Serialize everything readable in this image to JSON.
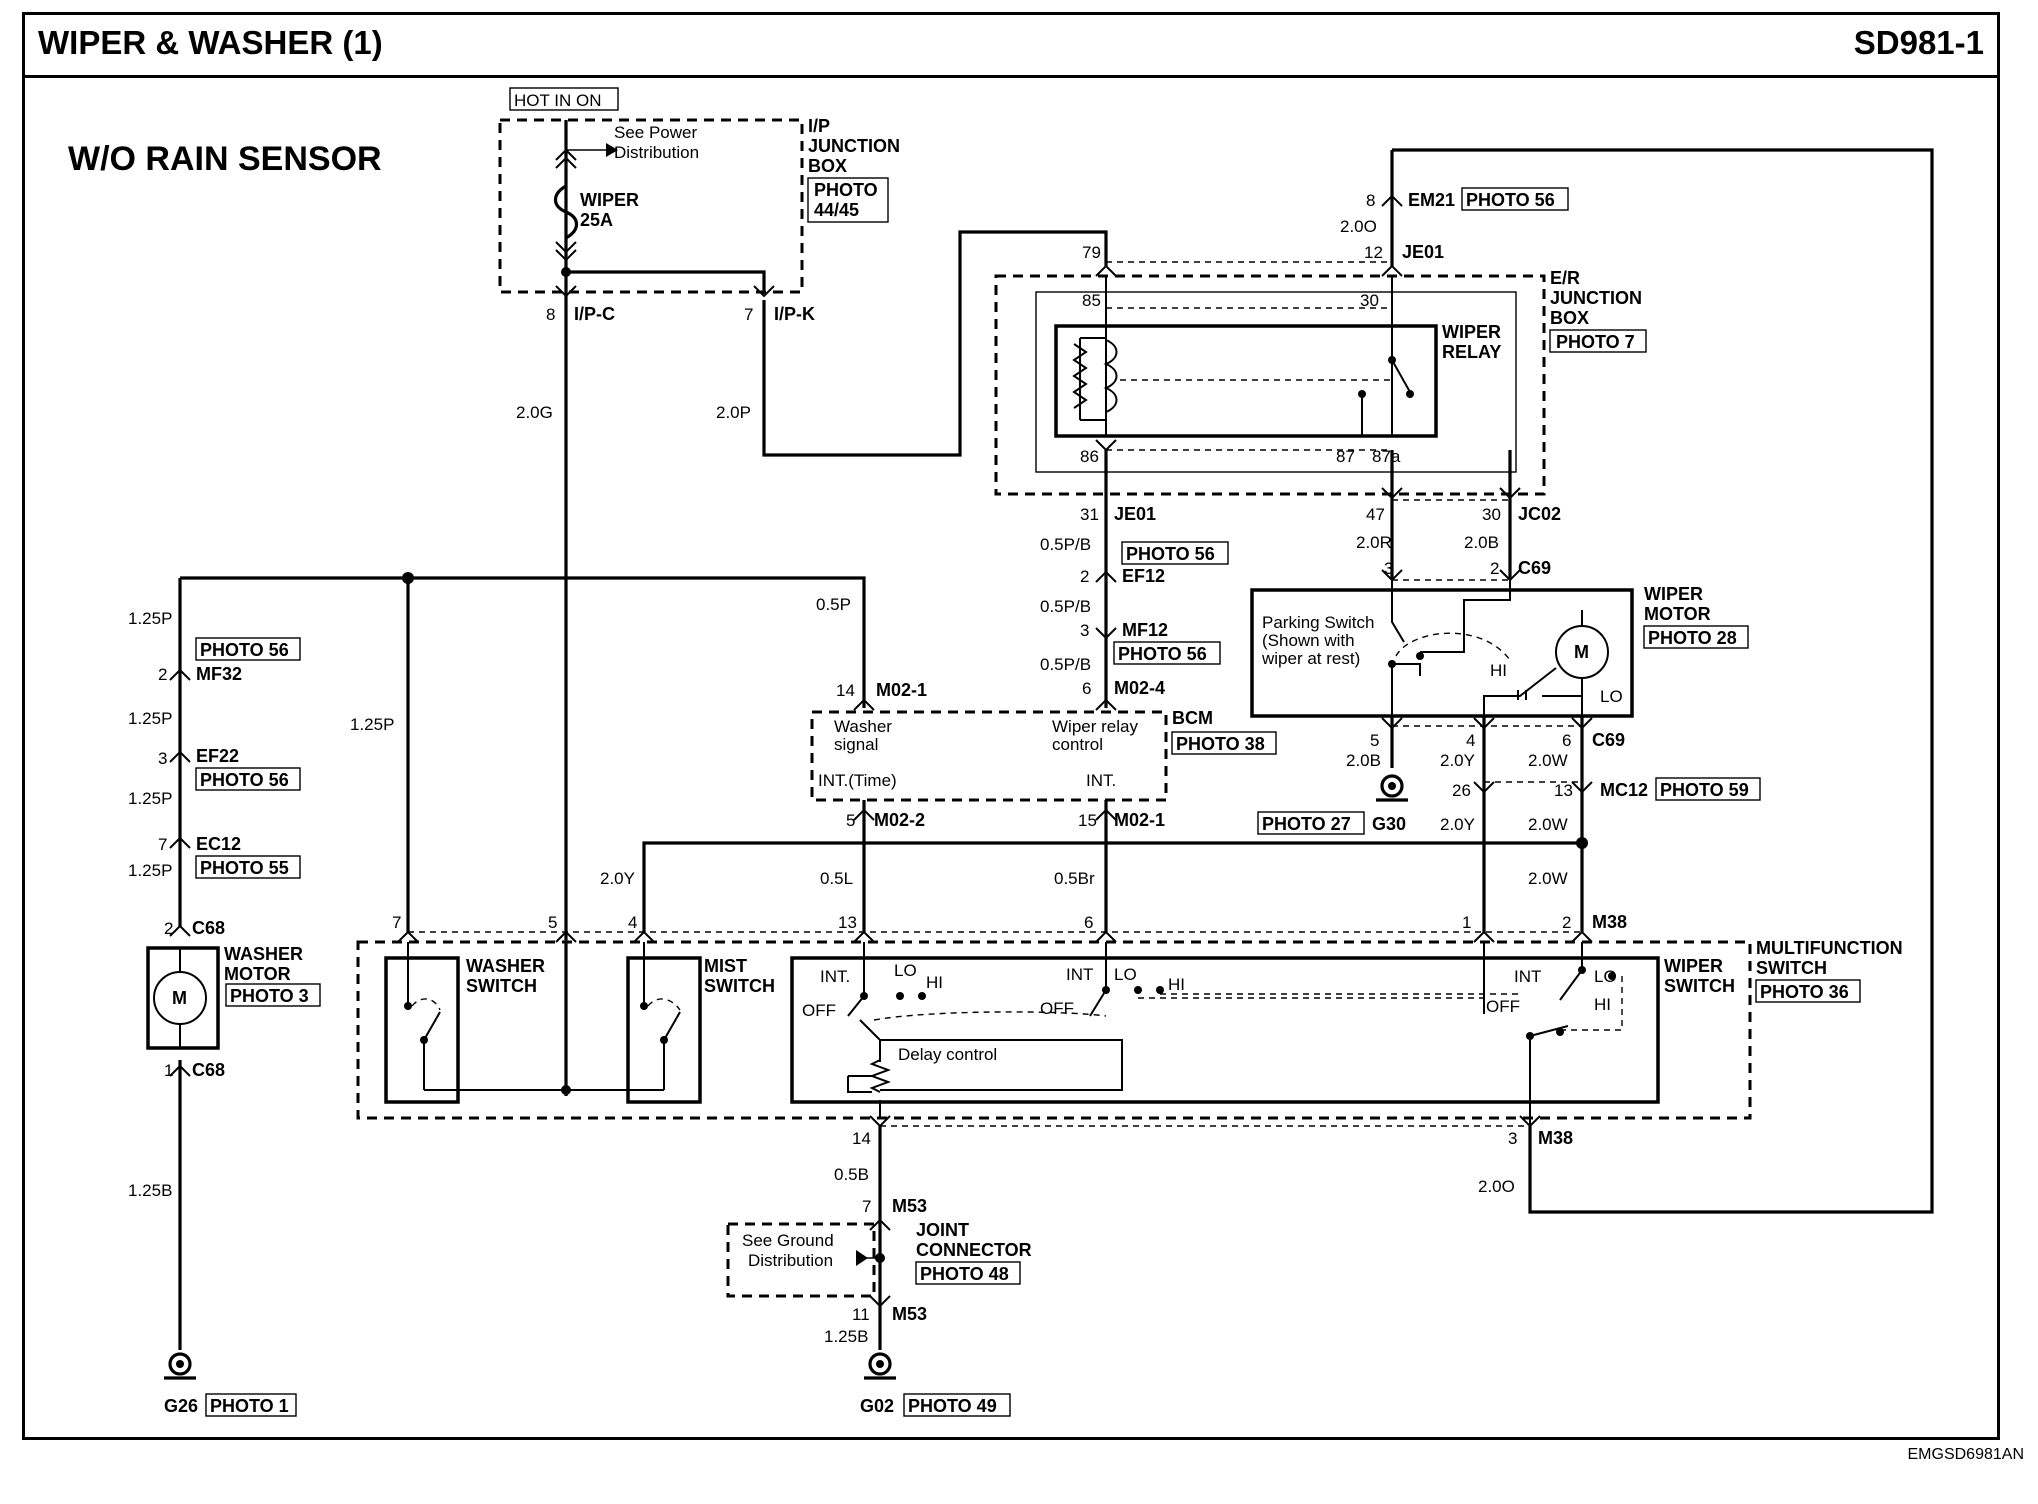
{
  "header": {
    "title": "WIPER & WASHER (1)",
    "code": "SD981-1"
  },
  "footer_code": "EMGSD6981AN",
  "variant": "W/O RAIN SENSOR",
  "power": {
    "hot_label": "HOT IN ON",
    "see_power": [
      "See Power",
      "Distribution"
    ],
    "ip_junction": [
      "I/P",
      "JUNCTION",
      "BOX"
    ],
    "ip_photo": [
      "PHOTO",
      "44/45"
    ],
    "fuse_name": "WIPER",
    "fuse_rating": "25A"
  },
  "connectors": {
    "ipc_pin": "8",
    "ipc": "I/P-C",
    "ipk_pin": "7",
    "ipk": "I/P-K",
    "em21_pin": "8",
    "em21": "EM21",
    "em21_photo": "PHOTO 56",
    "je01_pin12": "12",
    "je01": "JE01",
    "pin79": "79",
    "pin85": "85",
    "pin30a": "30",
    "pin86": "86",
    "pin87": "87",
    "pin87a": "87a",
    "je01_pin31": "31",
    "jc02_pin47": "47",
    "jc02_pin30": "30",
    "jc02": "JC02",
    "ef12_pin": "2",
    "ef12": "EF12",
    "mf12_pin": "3",
    "mf12": "MF12",
    "m024_pin": "6",
    "m024": "M02-4",
    "m021a_pin": "14",
    "m021": "M02-1",
    "m022_pin": "5",
    "m022": "M02-2",
    "m021b_pin": "15",
    "mf32_pin": "2",
    "mf32": "MF32",
    "ef22_pin": "3",
    "ef22": "EF22",
    "ec12_pin": "7",
    "ec12": "EC12",
    "c68_pin2": "2",
    "c68": "C68",
    "c68_pin1": "1",
    "c69_pin3": "3",
    "c69_pin2": "2",
    "c69": "C69",
    "c69_pin5": "5",
    "c69_pin4": "4",
    "c69_pin6": "6",
    "mc12_pin26": "26",
    "mc12_pin13": "13",
    "mc12": "MC12",
    "mc12_photo": "PHOTO 59",
    "m38_pin1": "1",
    "m38_pin2": "2",
    "m38": "M38",
    "m38_pin3": "3",
    "msw_pin7": "7",
    "msw_pin5": "5",
    "msw_pin4": "4",
    "msw_pin13": "13",
    "msw_pin6": "6",
    "msw_pin14": "14",
    "m53_pin7": "7",
    "m53": "M53",
    "m53_pin11": "11"
  },
  "wires": {
    "ipc_wire": "2.0G",
    "ipk_wire": "2.0P",
    "je01_wire": "2.0O",
    "relay_ctrl1": "0.5P/B",
    "relay_ctrl2": "0.5P/B",
    "relay_ctrl3": "0.5P/B",
    "washer_sig": "0.5P",
    "motor_feed1": "1.25P",
    "motor_feed2": "1.25P",
    "motor_feed3": "1.25P",
    "motor_feed4": "1.25P",
    "switch_feed": "1.25P",
    "jc02_r": "2.0R",
    "jc02_b": "2.0B",
    "g30_wire": "2.0B",
    "c69_y": "2.0Y",
    "c69_w": "2.0W",
    "mc12_y": "2.0Y",
    "mc12_w": "2.0W",
    "mist_y": "2.0Y",
    "int_l": "0.5L",
    "int_br": "0.5Br",
    "m38_w": "2.0W",
    "m38_o": "2.0O",
    "gnd1": "0.5B",
    "gnd2": "1.25B",
    "washer_gnd": "1.25B"
  },
  "components": {
    "er_box": [
      "E/R",
      "JUNCTION",
      "BOX"
    ],
    "er_photo": "PHOTO 7",
    "relay": [
      "WIPER",
      "RELAY"
    ],
    "motor_label": [
      "WIPER",
      "MOTOR"
    ],
    "motor_photo": "PHOTO 28",
    "parking": [
      "Parking Switch",
      "(Shown with",
      "wiper at rest)"
    ],
    "motor_m": "M",
    "motor_hi": "HI",
    "motor_lo": "LO",
    "bcm": "BCM",
    "bcm_photo": "PHOTO 38",
    "bcm_washer": [
      "Washer",
      "signal"
    ],
    "bcm_wiper": [
      "Wiper relay",
      "control"
    ],
    "bcm_int_time": "INT.(Time)",
    "bcm_int": "INT.",
    "washer_motor": [
      "WASHER",
      "MOTOR"
    ],
    "washer_photo": "PHOTO 3",
    "washer_m": "M",
    "washer_switch": [
      "WASHER",
      "SWITCH"
    ],
    "mist_switch": [
      "MIST",
      "SWITCH"
    ],
    "wiper_switch": [
      "WIPER",
      "SWITCH"
    ],
    "multifunction": [
      "MULTIFUNCTION",
      "SWITCH"
    ],
    "multi_photo": "PHOTO 36",
    "sw_int": "INT.",
    "sw_lo": "LO",
    "sw_hi": "HI",
    "sw_off": "OFF",
    "sw2_int": "INT",
    "sw2_lo": "LO",
    "sw2_hi": "HI",
    "sw2_off": "OFF",
    "sw3_int": "INT",
    "sw3_lo": "LO",
    "sw3_hi": "HI",
    "sw3_off": "OFF",
    "delay": "Delay control",
    "joint": [
      "JOINT",
      "CONNECTOR"
    ],
    "joint_photo": "PHOTO 48",
    "see_ground": [
      "See Ground",
      "Distribution"
    ]
  },
  "grounds": {
    "g26": "G26",
    "g26_photo": "PHOTO 1",
    "g02": "G02",
    "g02_photo": "PHOTO 49",
    "g30": "G30",
    "g30_photo": "PHOTO 27"
  },
  "photos": {
    "p56a": "PHOTO 56",
    "p56b": "PHOTO 56",
    "p56c": "PHOTO 56",
    "p56d": "PHOTO 56",
    "p55": "PHOTO 55"
  }
}
